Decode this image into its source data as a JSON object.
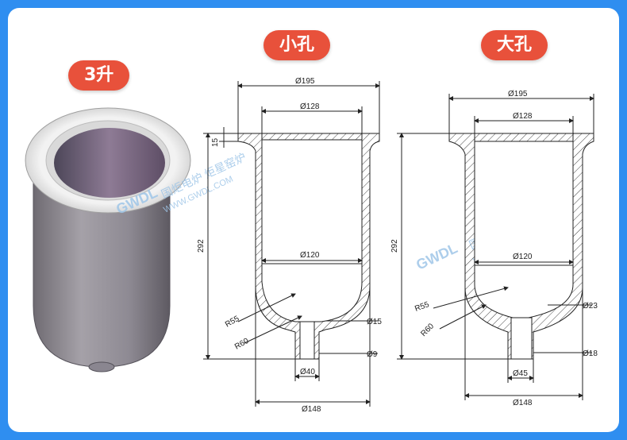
{
  "labels": {
    "cup_3l": "3升",
    "small_hole": "小孔",
    "large_hole": "大孔"
  },
  "watermark": {
    "logo_text": "GWDL",
    "brand_text": "国炬电炉  炬星窑炉",
    "url": "WWW.GWDL.COM"
  },
  "small_hole_dims": {
    "top_diameter": "Ø195",
    "inner_top_diameter": "Ø128",
    "body_diameter": "Ø120",
    "bottom_outer_diameter": "Ø148",
    "hole_diameter": "Ø40",
    "rim_height": "15",
    "total_height": "292",
    "inner_radius": "R55",
    "outer_radius": "R60",
    "wall_thickness": "Ø15",
    "bottom_thickness": "Ø9"
  },
  "large_hole_dims": {
    "top_diameter": "Ø195",
    "inner_top_diameter": "Ø128",
    "body_diameter": "Ø120",
    "bottom_outer_diameter": "Ø148",
    "hole_diameter": "Ø45",
    "total_height": "292",
    "inner_radius": "R55",
    "outer_radius": "R60",
    "wall_thickness": "Ø23",
    "bottom_thickness": "Ø18"
  },
  "colors": {
    "background": "#2f8ef0",
    "label_pill": "#e8513b",
    "cup_body": "#8d8991",
    "watermark": "#9fc6e8"
  }
}
